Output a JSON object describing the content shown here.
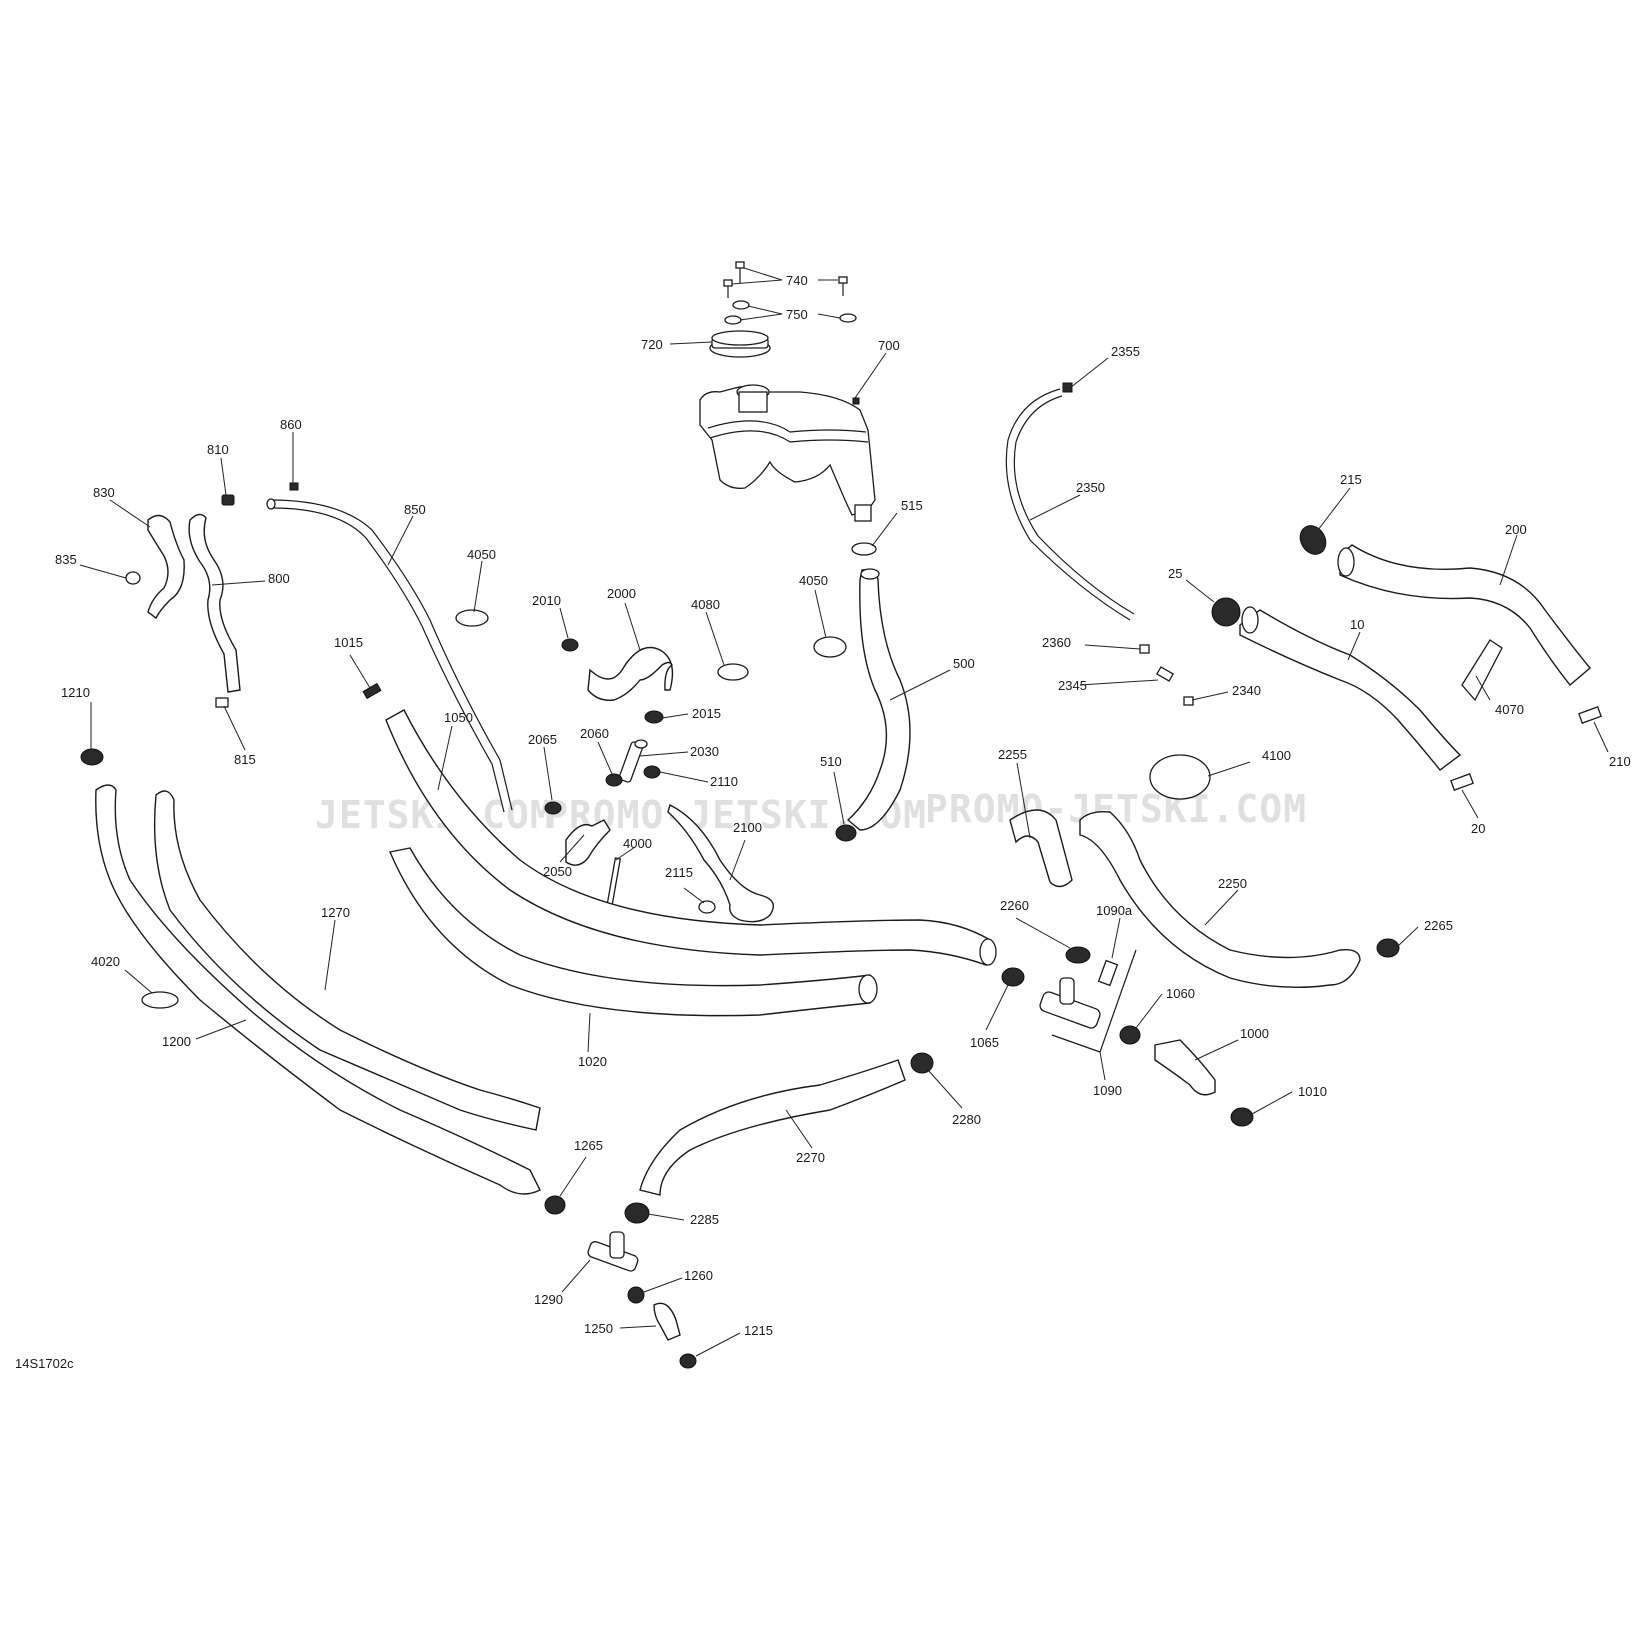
{
  "diagram": {
    "reference_code": "14S1702c",
    "watermark": {
      "part1": "JETSKI.COM",
      "part2": "PROMO-JETSKI.COM",
      "part3": "PROMO-JETSKI.COM"
    },
    "callouts": {
      "c740": "740",
      "c750": "750",
      "c720": "720",
      "c700": "700",
      "c860": "860",
      "c810": "810",
      "c830": "830",
      "c835": "835",
      "c800": "800",
      "c815": "815",
      "c850": "850",
      "c4050a": "4050",
      "c1015": "1015",
      "c1210": "1210",
      "c1050": "1050",
      "c2010": "2010",
      "c2000": "2000",
      "c4080": "4080",
      "c2015": "2015",
      "c2065": "2065",
      "c2060": "2060",
      "c2030": "2030",
      "c2110": "2110",
      "c2100": "2100",
      "c2050": "2050",
      "c4000": "4000",
      "c2115": "2115",
      "c515": "515",
      "c4050b": "4050",
      "c500": "500",
      "c510": "510",
      "c2355": "2355",
      "c2350": "2350",
      "c2360": "2360",
      "c2345": "2345",
      "c2340": "2340",
      "c215": "215",
      "c200": "200",
      "c25": "25",
      "c10": "10",
      "c4070": "4070",
      "c210": "210",
      "c20": "20",
      "c4100": "4100",
      "c2255": "2255",
      "c2250": "2250",
      "c2265": "2265",
      "c2260": "2260",
      "c1090a": "1090a",
      "c1060": "1060",
      "c1065": "1065",
      "c1000": "1000",
      "c1090": "1090",
      "c1010": "1010",
      "c2280": "2280",
      "c2270": "2270",
      "c2285": "2285",
      "c1270": "1270",
      "c4020": "4020",
      "c1200": "1200",
      "c1020": "1020",
      "c1265": "1265",
      "c1290": "1290",
      "c1260": "1260",
      "c1250": "1250",
      "c1215": "1215"
    }
  }
}
